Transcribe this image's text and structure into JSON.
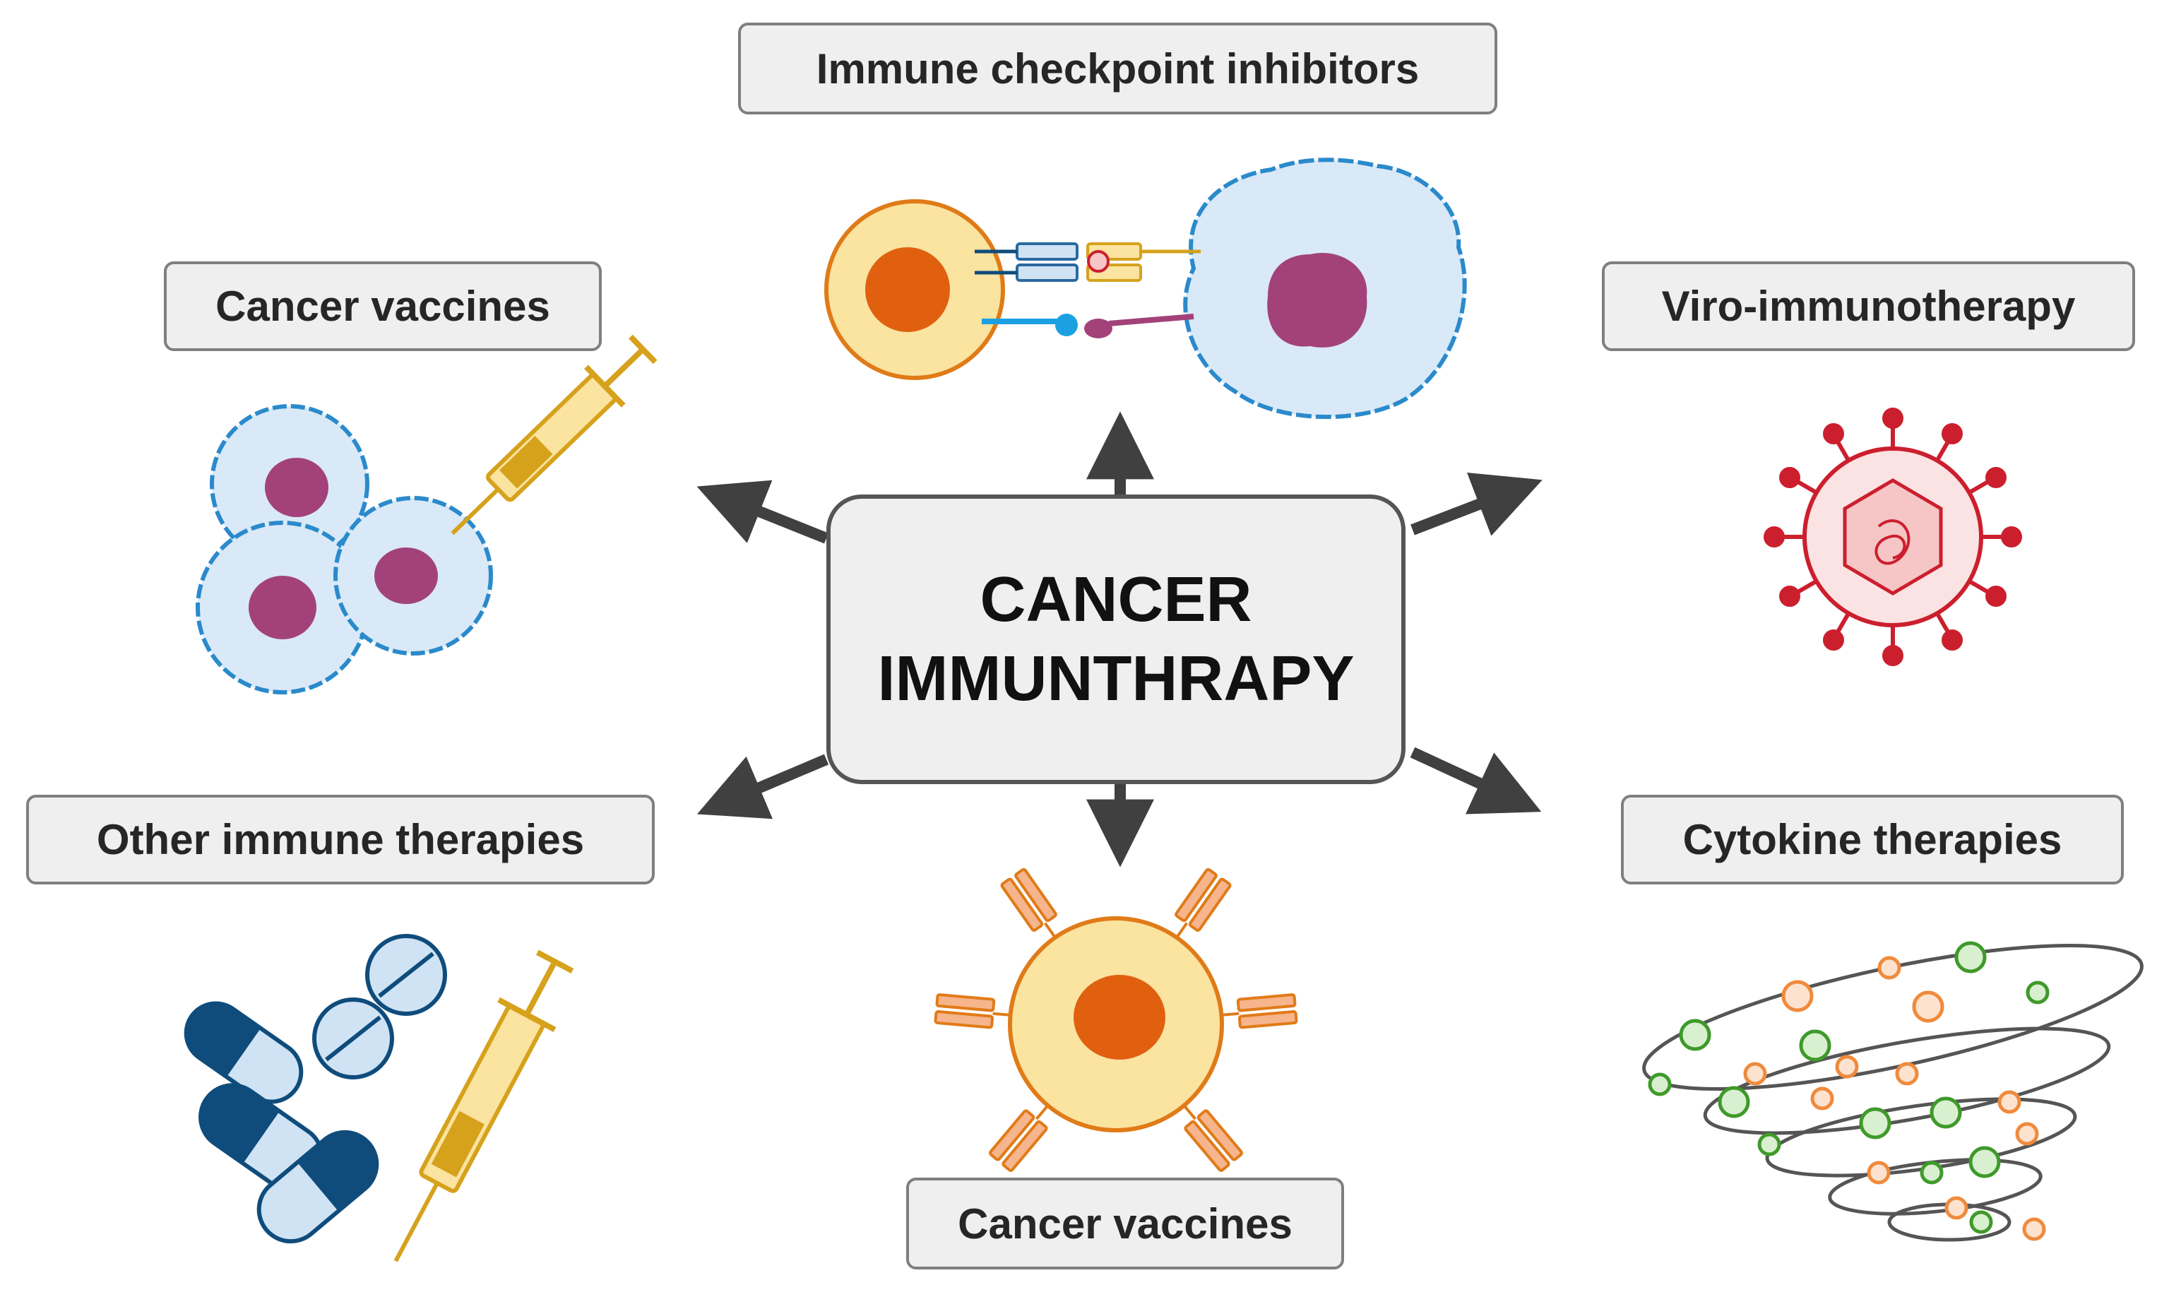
{
  "center": {
    "line1": "CANCER",
    "line2": "IMMUNTHRAPY"
  },
  "labels": {
    "top": "Immune checkpoint inhibitors",
    "upper_left": "Cancer vaccines",
    "upper_right": "Viro-immunotherapy",
    "lower_left": "Other immune therapies",
    "lower_right": "Cytokine therapies",
    "bottom": "Cancer vaccines"
  },
  "colors": {
    "arrow": "#404040",
    "tcell_fill": "#fbe3a0",
    "tcell_outline": "#e07b18",
    "nucleus_orange": "#e06010",
    "tumor_fill": "#d9e9f7",
    "tumor_outline": "#2a8acb",
    "tumor_nucleus": "#a3427a",
    "syringe": "#d6a21c",
    "virus": "#cc1f2e",
    "pill_dark": "#0f4c7c",
    "pill_light": "#cfe3f5",
    "cytokine_green": "#3f9a2a",
    "cytokine_orange": "#f08a3c"
  },
  "icons": [
    "checkpoint-cells-icon",
    "tumor-cells-icon",
    "syringe-icon",
    "virus-icon",
    "pills-icon",
    "antibody-cell-icon",
    "cytokine-spiral-icon"
  ]
}
